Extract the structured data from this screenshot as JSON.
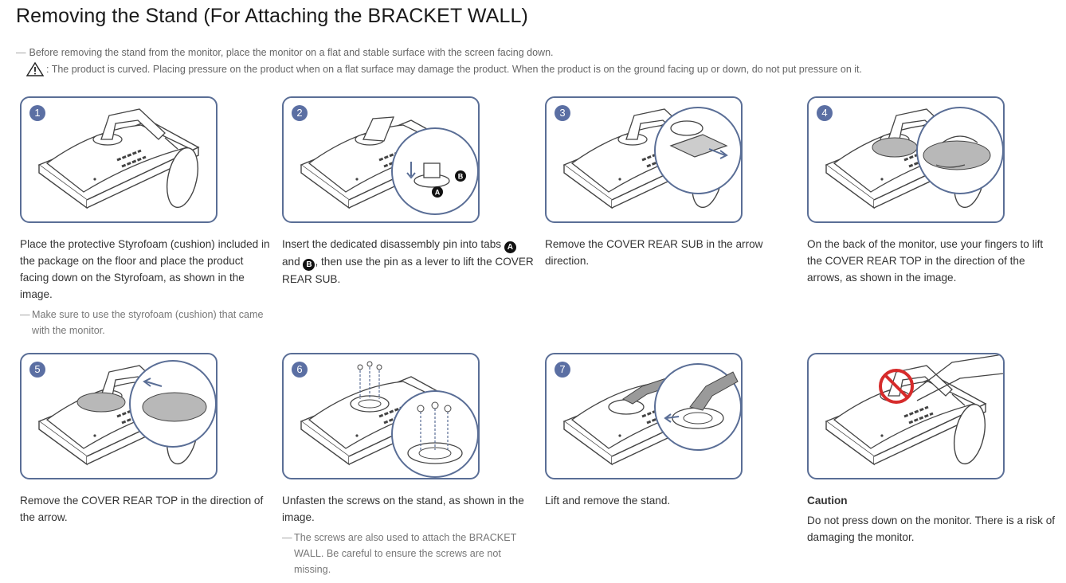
{
  "page": {
    "title": "Removing the Stand (For Attaching the BRACKET WALL)",
    "note_dash": "―",
    "note_before": "Before removing the stand from the monitor, place the monitor on a flat and stable surface with the screen facing down.",
    "note_curved": ": The product is curved. Placing pressure on the product when on a flat surface may damage the product. When the product is on the ground facing up or down, do not put pressure on it.",
    "warning_icon": "warning-triangle-icon"
  },
  "steps": [
    {
      "number": "1",
      "text": "Place the protective Styrofoam (cushion) included in the package on the floor and place the product facing down on the Styrofoam, as shown in the image.",
      "sub": "Make sure to use the styrofoam (cushion) that came with the monitor."
    },
    {
      "number": "2",
      "text_a": "Insert the dedicated disassembly pin into tabs",
      "tab_a": "A",
      "text_b": "and",
      "tab_b": "B",
      "text_c": ", then use the pin as a lever to lift the COVER REAR SUB."
    },
    {
      "number": "3",
      "text": "Remove the COVER REAR SUB in the arrow direction."
    },
    {
      "number": "4",
      "text": "On the back of the monitor, use your fingers to lift the COVER REAR TOP in the direction of the arrows, as shown in the image."
    },
    {
      "number": "5",
      "text": "Remove the COVER REAR TOP in the direction of the arrow."
    },
    {
      "number": "6",
      "text": "Unfasten the screws on the stand, as shown in the image.",
      "sub": "The screws are also used to attach the BRACKET WALL. Be careful to ensure the screws are not missing."
    },
    {
      "number": "7",
      "text": "Lift and remove the stand."
    },
    {
      "heading": "Caution",
      "text": "Do not press down on the monitor. There is a risk of damaging the monitor."
    }
  ],
  "colors": {
    "frame_border": "#5a6e96",
    "number_badge": "#5b6fa3",
    "prohibited": "#d62b2b",
    "highlight_gray": "#b8b8b8"
  }
}
